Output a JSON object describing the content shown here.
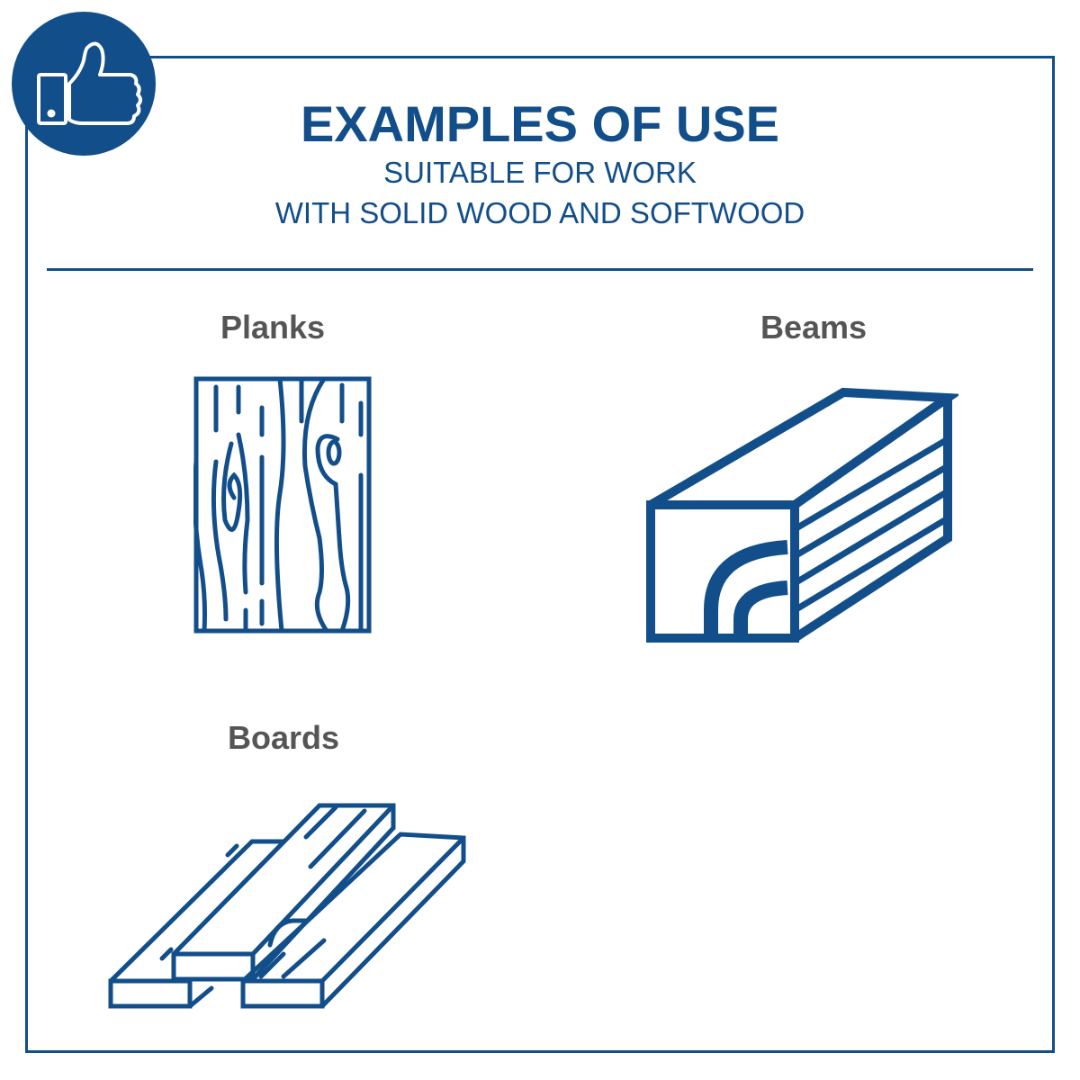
{
  "header": {
    "badge_icon": "thumbs-up-icon",
    "title": "EXAMPLES OF USE",
    "subtitle_line1": "SUITABLE FOR WORK",
    "subtitle_line2": "WITH SOLID WOOD AND SOFTWOOD"
  },
  "examples": [
    {
      "label": "Planks",
      "icon": "planks-icon"
    },
    {
      "label": "Beams",
      "icon": "beams-icon"
    },
    {
      "label": "Boards",
      "icon": "boards-icon"
    }
  ],
  "colors": {
    "accent": "#124e8a",
    "label_text": "#555555",
    "background": "#ffffff"
  }
}
